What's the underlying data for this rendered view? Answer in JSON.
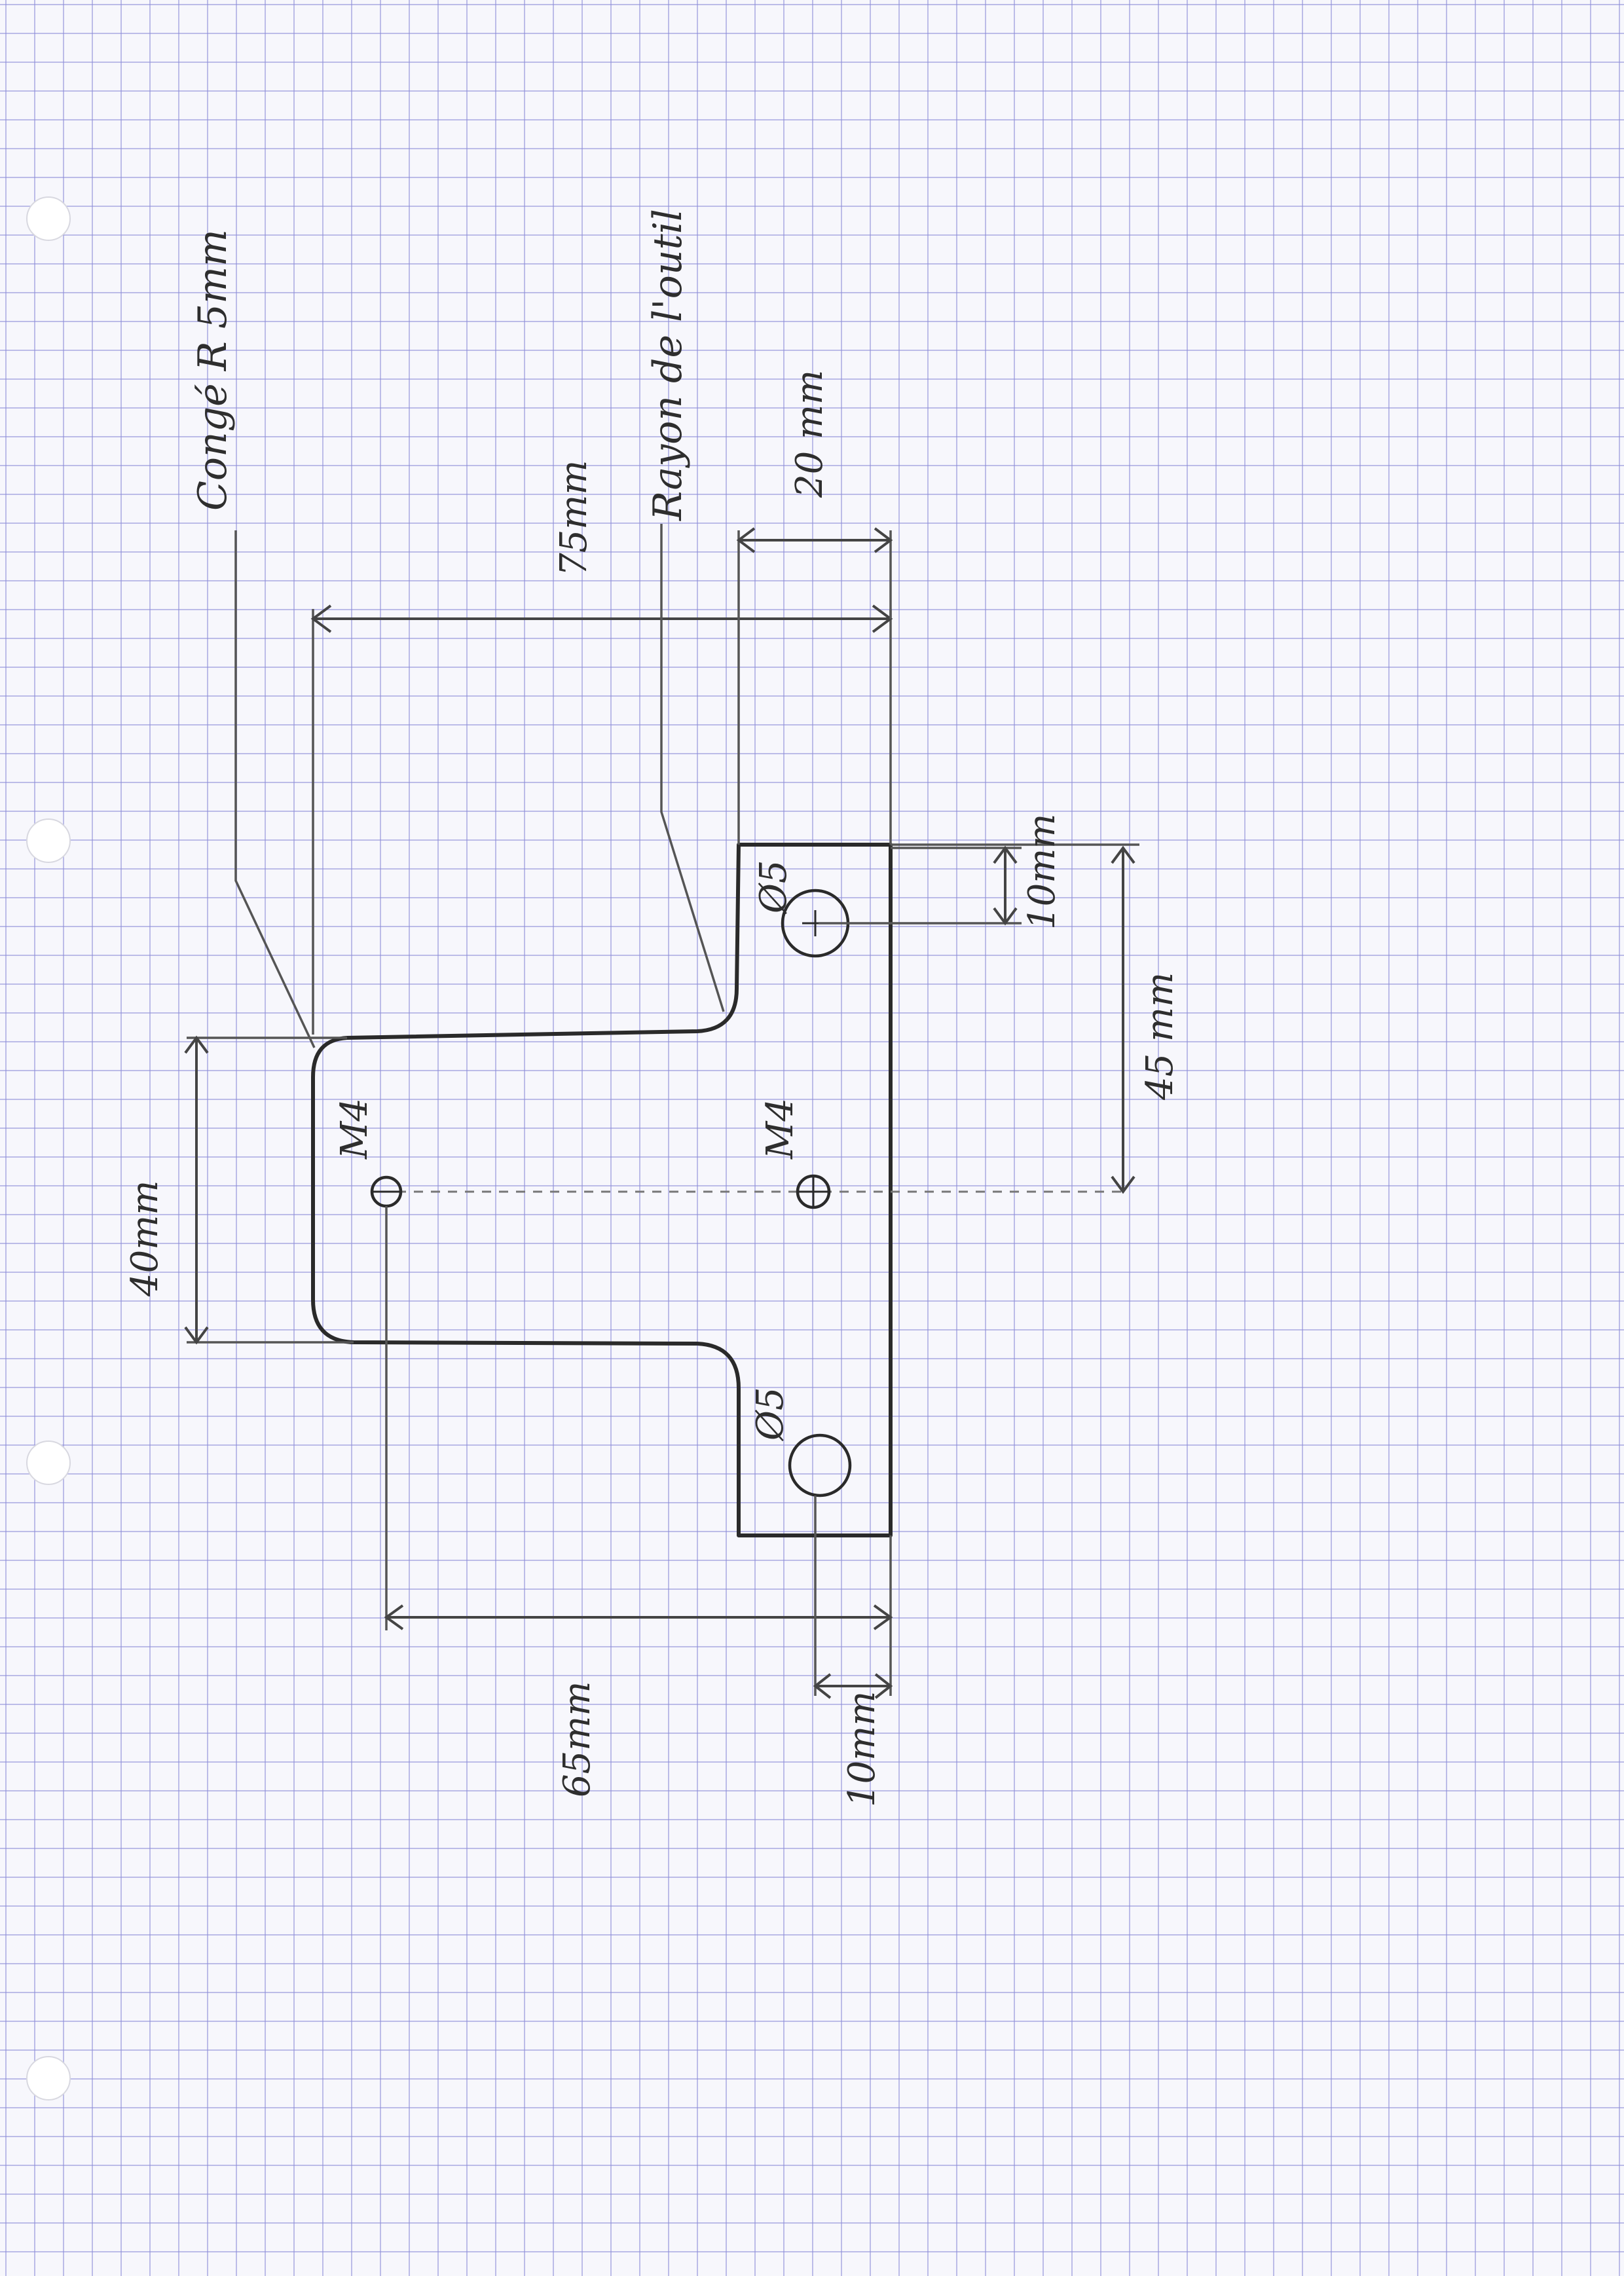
{
  "annotations": {
    "fillet_note": "Congé R 5mm",
    "tool_radius_note": "Rayon de l'outil",
    "dim_75": "75mm",
    "dim_20": "20 mm",
    "dim_10_top": "10mm",
    "dim_45": "45 mm",
    "dim_40": "40mm",
    "dim_65": "65mm",
    "dim_10_bottom": "10mm",
    "hole_m4_left": "M4",
    "hole_m4_right": "M4",
    "hole_d5_top": "Ø5",
    "hole_d5_bottom": "Ø5"
  }
}
